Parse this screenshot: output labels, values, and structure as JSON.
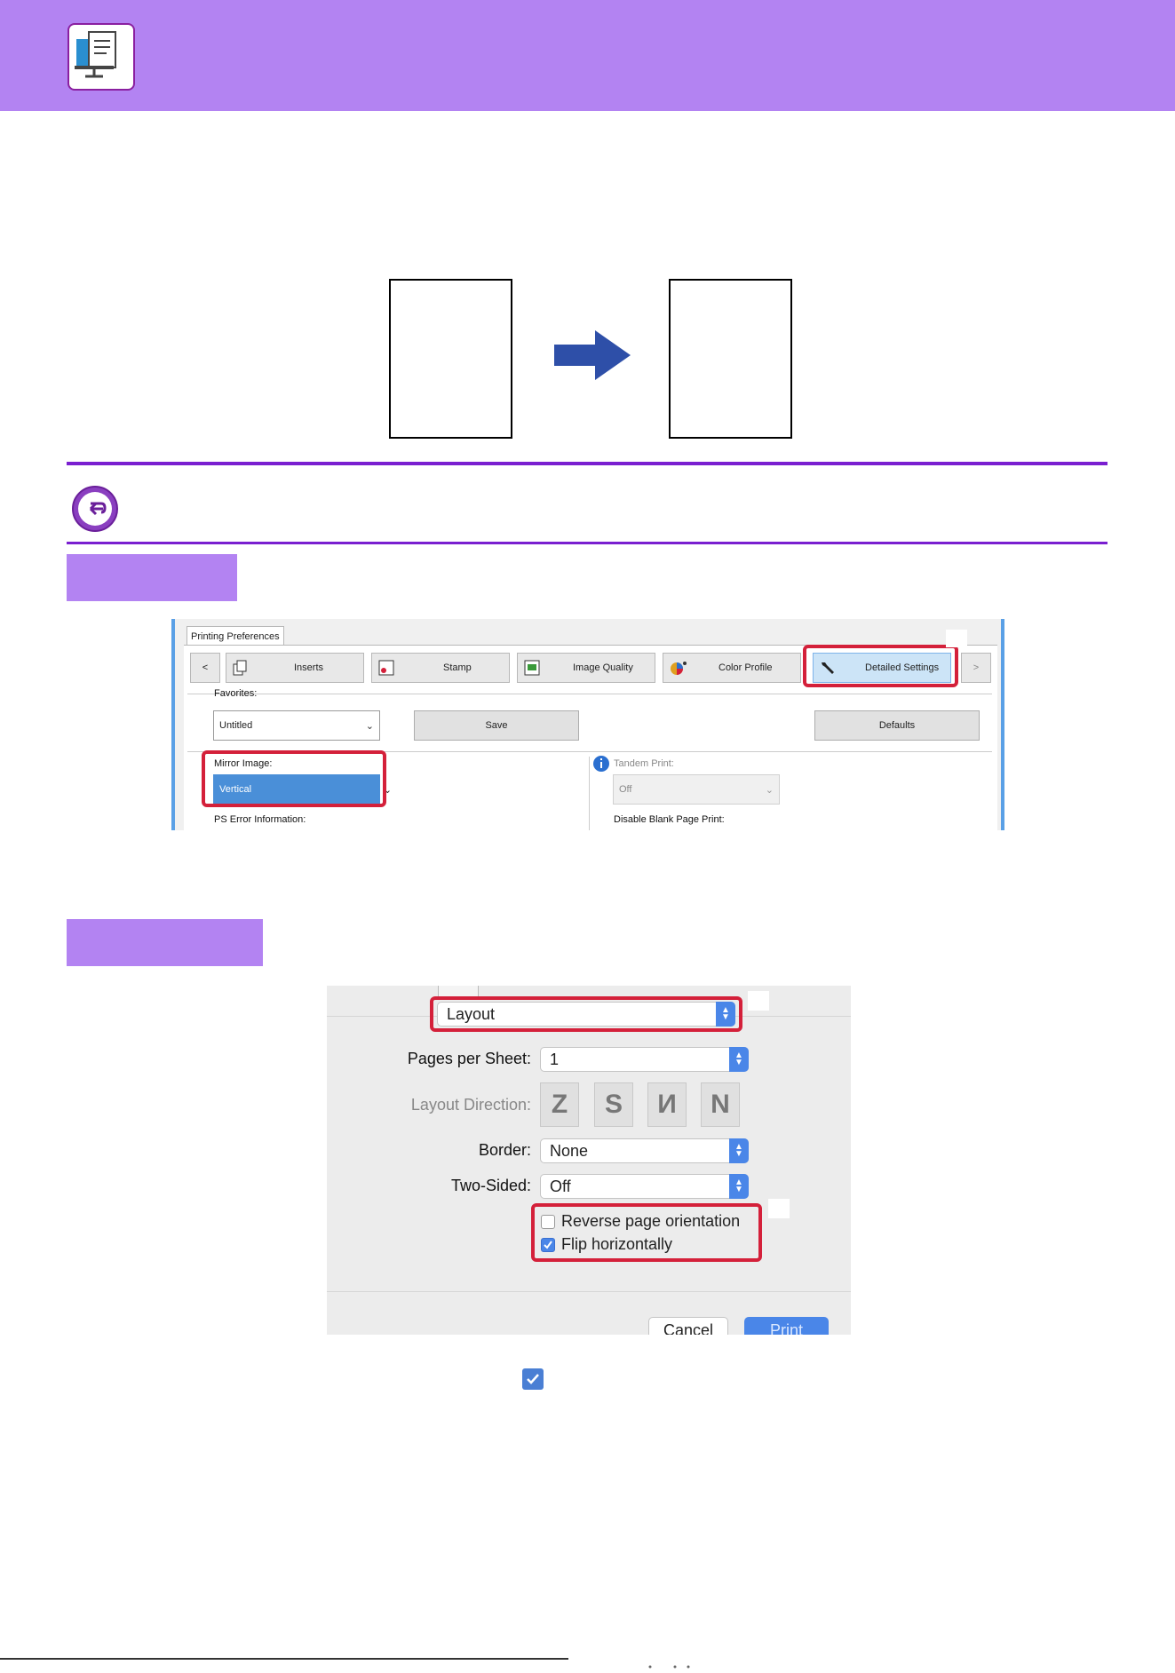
{
  "windows_dialog": {
    "title_tab": "Printing Preferences",
    "nav_prev": "<",
    "nav_next": ">",
    "tabs": [
      "Inserts",
      "Stamp",
      "Image Quality",
      "Color Profile",
      "Detailed Settings"
    ],
    "favorites_label": "Favorites:",
    "favorites_value": "Untitled",
    "save_label": "Save",
    "defaults_label": "Defaults",
    "mirror_label": "Mirror Image:",
    "mirror_value": "Vertical",
    "ps_error_label": "PS Error Information:",
    "tandem_label": "Tandem Print:",
    "tandem_value": "Off",
    "blank_label": "Disable Blank Page Print:"
  },
  "mac_dialog": {
    "panel_value": "Layout",
    "pages_per_sheet_label": "Pages per Sheet:",
    "pages_per_sheet_value": "1",
    "layout_direction_label": "Layout Direction:",
    "direction_glyphs": [
      "Z",
      "S",
      "И",
      "N"
    ],
    "border_label": "Border:",
    "border_value": "None",
    "two_sided_label": "Two-Sided:",
    "two_sided_value": "Off",
    "reverse_label": "Reverse page orientation",
    "reverse_checked": false,
    "flip_label": "Flip horizontally",
    "flip_checked": true,
    "cancel_label": "Cancel",
    "print_label": "Print"
  },
  "colors": {
    "header": "#b383f2",
    "accent_rule": "#7a1fd0",
    "highlight_red": "#d4203a",
    "arrow_blue": "#2e4fa8"
  },
  "icons": {
    "header": "computer-document-icon",
    "note": "return-arrow-icon",
    "arrow": "right-arrow-icon",
    "checkbox": "checked-checkbox-icon"
  }
}
